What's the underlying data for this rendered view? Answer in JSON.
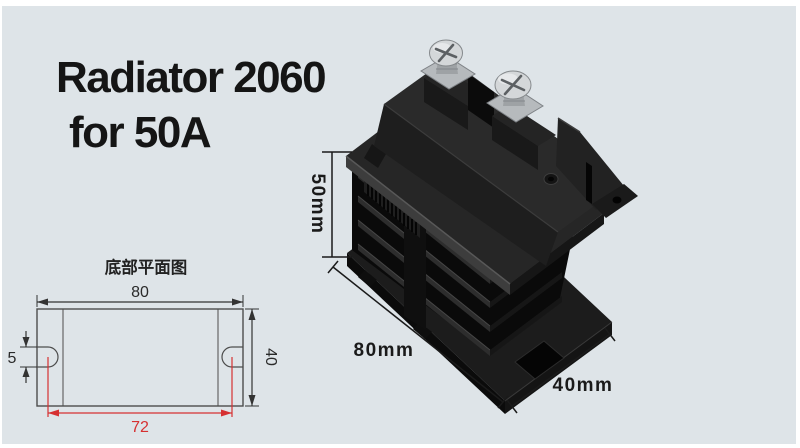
{
  "title": {
    "line1": "Radiator 2060",
    "line2": "for 50A"
  },
  "product": {
    "description": "black finned heatsink radiator with solid-state power module and two screw terminals",
    "dimension_labels": {
      "height": "50mm",
      "length": "80mm",
      "width": "40mm"
    }
  },
  "plan_view": {
    "title": "底部平面图",
    "dimensions": {
      "overall_length": "80",
      "overall_width": "40",
      "slot_width": "5",
      "mounting_hole_spacing": "72"
    }
  },
  "colors": {
    "background": "#dee4e8",
    "frame": "#ffffff",
    "text": "#151515",
    "drawing_line": "#4d4d4d",
    "accent_red": "#d63031",
    "product_black": "#141414",
    "screw_silver": "#d4d7d9"
  }
}
